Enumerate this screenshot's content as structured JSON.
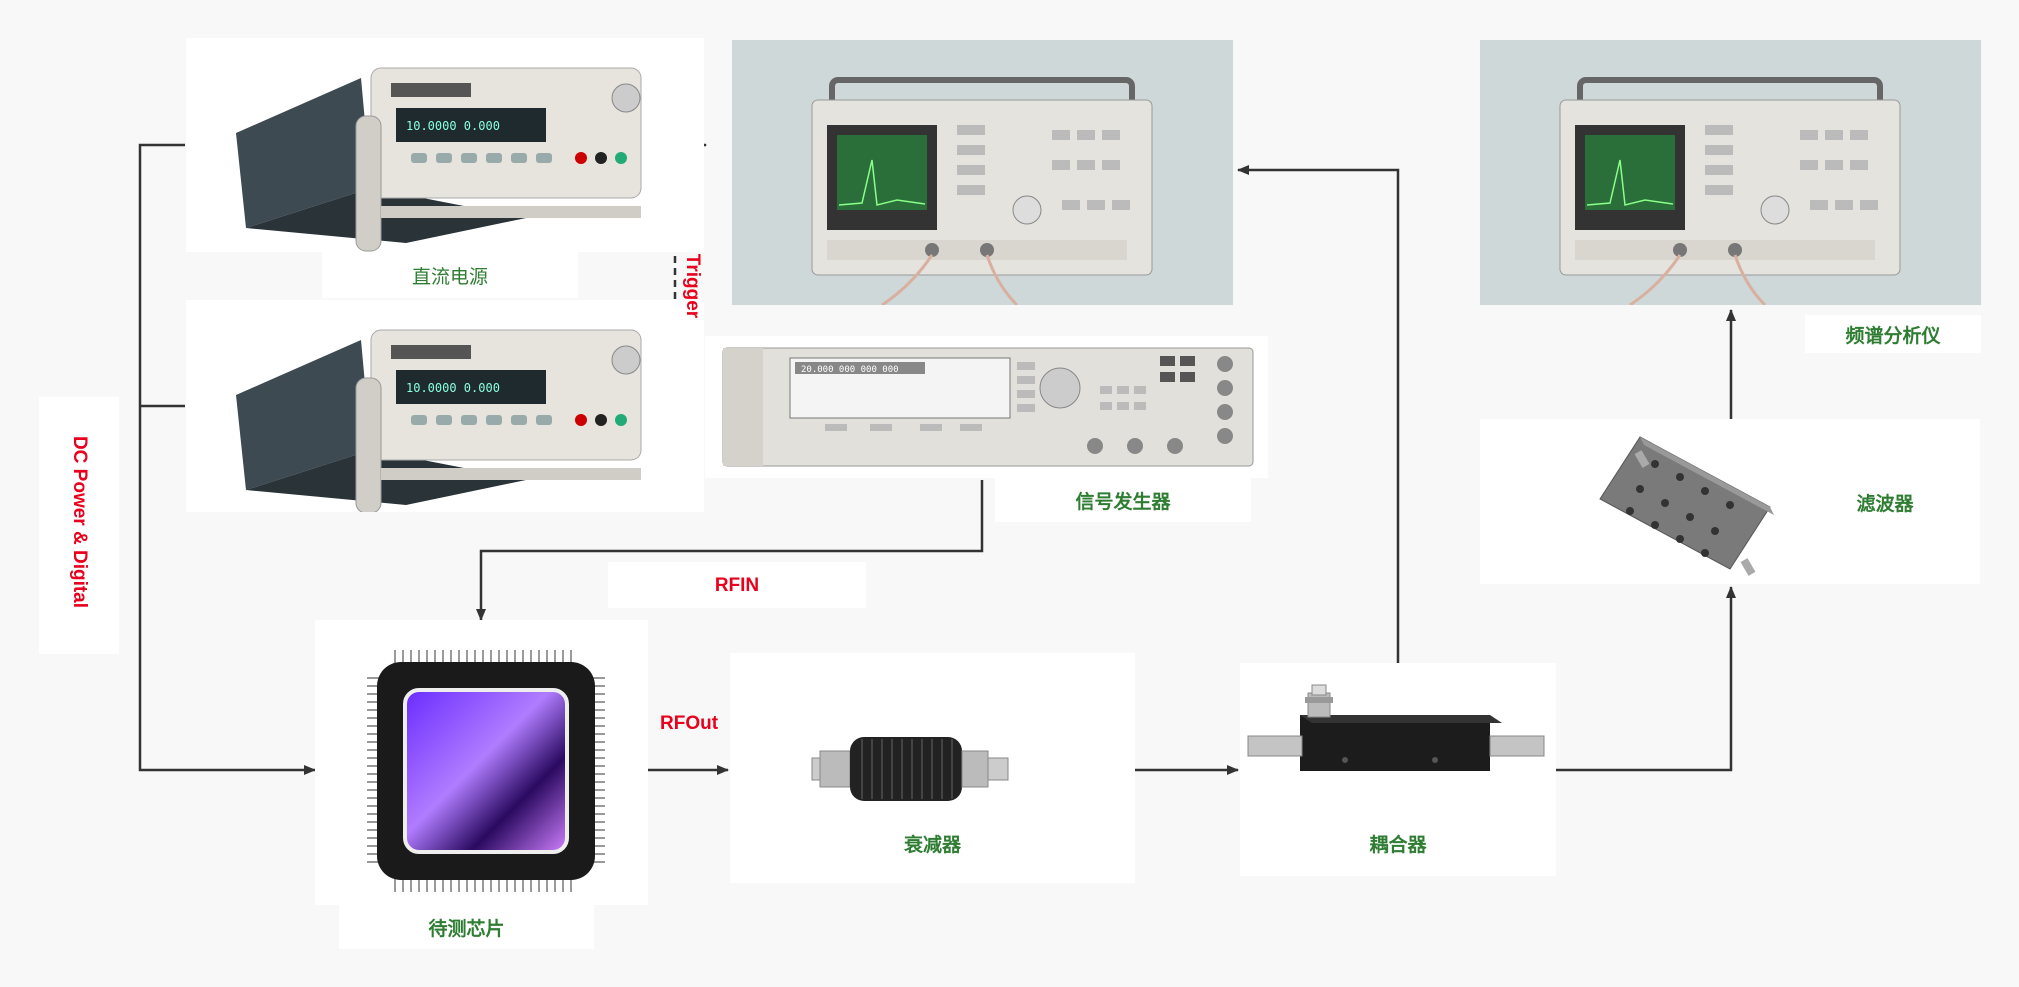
{
  "labels": {
    "dc_power_supply": "直流电源",
    "signal_generator": "信号发生器",
    "spectrum_analyzer": "频谱分析仪",
    "filter": "滤波器",
    "attenuator": "衰减器",
    "coupler": "耦合器",
    "dut_chip": "待测芯片"
  },
  "signals": {
    "trigger": "Trigger",
    "dc_power_digital": "DC Power & Digital",
    "rfin": "RFIN",
    "rfout": "RFOut"
  },
  "colors": {
    "label_green": "#2e7d32",
    "signal_red": "#e8001c",
    "line": "#333333"
  },
  "icons": [
    "power-supply-icon",
    "spectrum-analyzer-icon",
    "signal-generator-icon",
    "chip-icon",
    "attenuator-icon",
    "coupler-icon",
    "filter-icon"
  ]
}
